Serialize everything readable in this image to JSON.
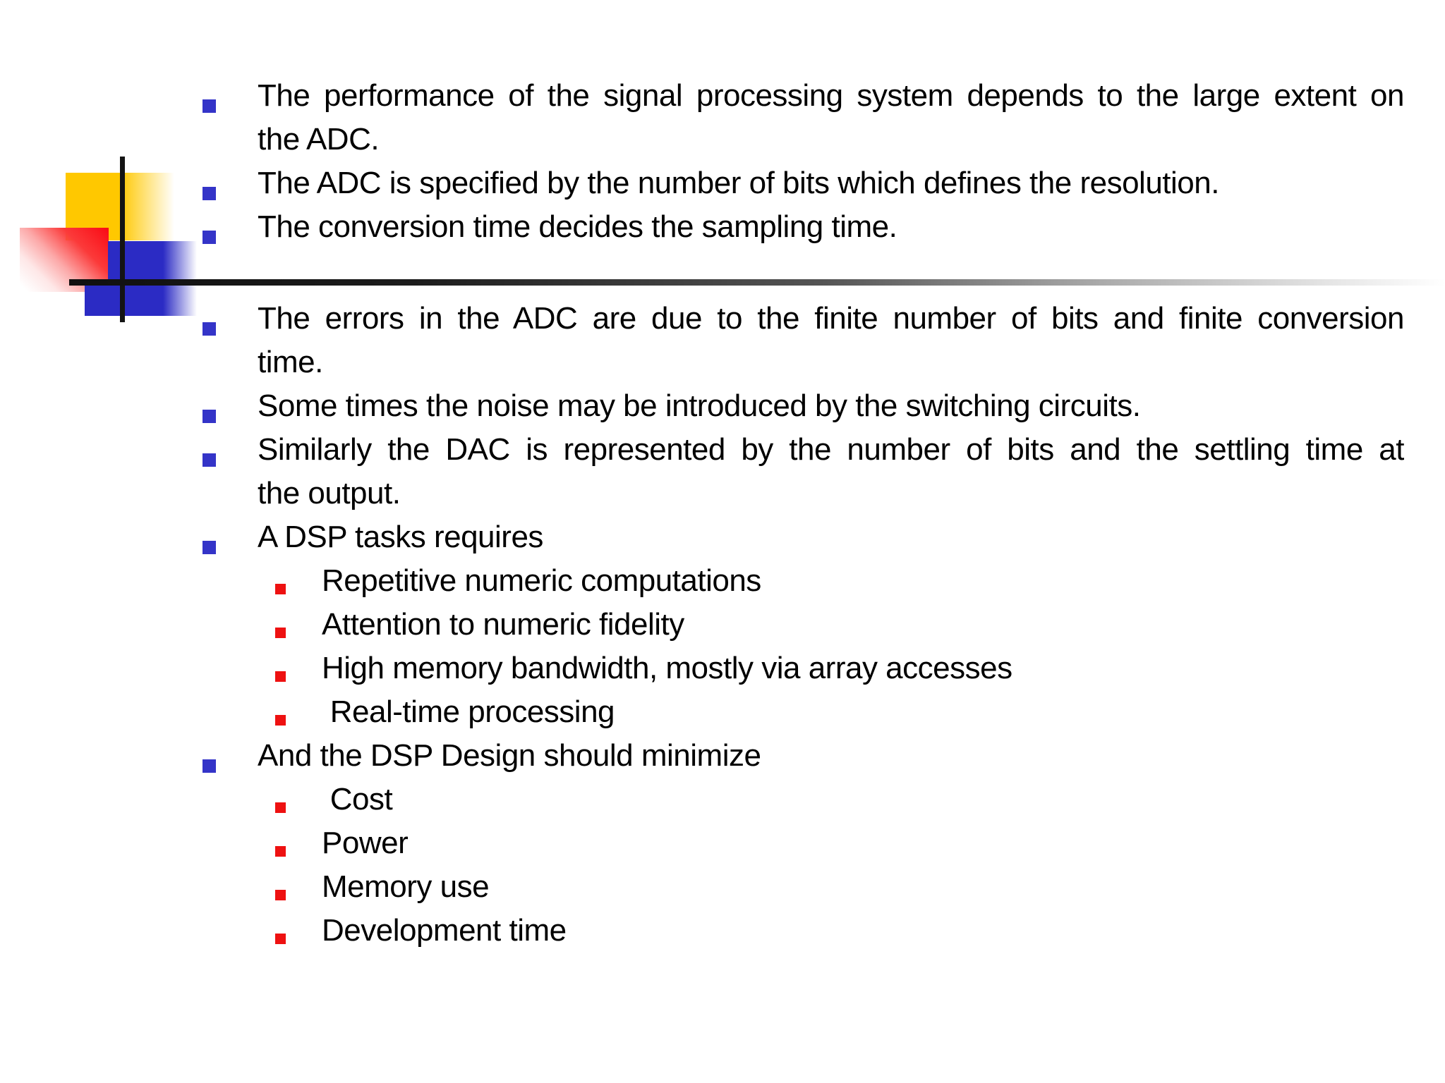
{
  "slide": {
    "kind": "presentation-slide",
    "background_color": "#FFFFFF",
    "text_color": "#000000",
    "colors": {
      "bullet_level1": "#3434C8",
      "bullet_level2": "#EE1111",
      "decoration_yellow": "#FFC800",
      "decoration_red": "#FA0A14",
      "decoration_blue": "#2B2BC4",
      "decoration_line": "#141414",
      "divider_start": "#101010",
      "divider_end": "#FFFFFF"
    }
  },
  "bullets": [
    {
      "level": 1,
      "lines": [
        "The performance of the signal processing system depends to the large extent on",
        "the ADC."
      ]
    },
    {
      "level": 1,
      "lines": [
        "The ADC is specified by the number of bits which defines the resolution."
      ]
    },
    {
      "level": 1,
      "lines": [
        "The conversion time decides the sampling time."
      ]
    },
    {
      "level": 1,
      "lines": [
        "The errors in the ADC are due to the finite number of bits and finite conversion",
        "time."
      ]
    },
    {
      "level": 1,
      "lines": [
        "Some times the noise may be introduced by the switching circuits."
      ]
    },
    {
      "level": 1,
      "lines": [
        "Similarly the DAC is represented by the number of bits and the settling time at",
        "the output."
      ]
    },
    {
      "level": 1,
      "lines": [
        "A DSP tasks requires"
      ]
    },
    {
      "level": 2,
      "lines": [
        "Repetitive numeric computations"
      ]
    },
    {
      "level": 2,
      "lines": [
        "Attention to numeric fidelity"
      ]
    },
    {
      "level": 2,
      "lines": [
        "High memory bandwidth, mostly via array accesses"
      ]
    },
    {
      "level": 2,
      "lines": [
        " Real-time processing"
      ]
    },
    {
      "level": 1,
      "lines": [
        "And the DSP Design should minimize"
      ]
    },
    {
      "level": 2,
      "lines": [
        " Cost"
      ]
    },
    {
      "level": 2,
      "lines": [
        "Power"
      ]
    },
    {
      "level": 2,
      "lines": [
        "Memory use"
      ]
    },
    {
      "level": 2,
      "lines": [
        "Development time"
      ]
    }
  ]
}
